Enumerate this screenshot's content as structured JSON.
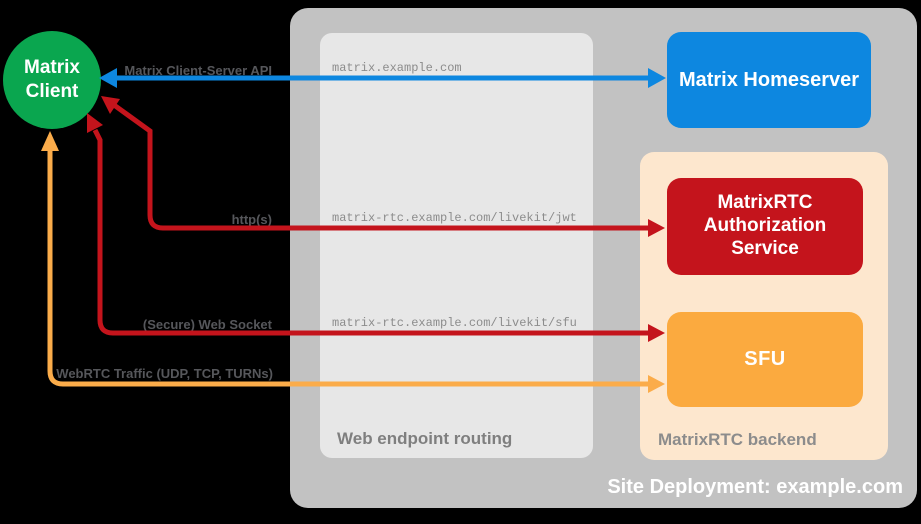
{
  "colors": {
    "green": "#0aa64f",
    "blue": "#0d87e0",
    "red": "#c4141c",
    "orange": "#fbaa3f",
    "arrow_orange": "#fbac4a",
    "peach": "#fde7ce",
    "container_gray": "#c2c2c2",
    "panel_gray": "#e7e7e7"
  },
  "nodes": {
    "client": {
      "label": "Matrix Client",
      "line1": "Matrix",
      "line2": "Client"
    },
    "homeserver": {
      "label": "Matrix Homeserver"
    },
    "auth": {
      "label": "MatrixRTC Authorization Service"
    },
    "sfu": {
      "label": "SFU"
    }
  },
  "containers": {
    "site": {
      "label": "Site Deployment: example.com"
    },
    "routing": {
      "label": "Web endpoint routing"
    },
    "backend": {
      "label": "MatrixRTC backend"
    }
  },
  "edges": {
    "client_server_api": {
      "label": "Matrix Client-Server API",
      "route": "matrix.example.com"
    },
    "http": {
      "label": "http(s)",
      "route": "matrix-rtc.example.com/livekit/jwt"
    },
    "websocket": {
      "label": "(Secure) Web Socket",
      "route": "matrix-rtc.example.com/livekit/sfu"
    },
    "webrtc": {
      "label": "WebRTC Traffic (UDP, TCP, TURNs)"
    }
  }
}
